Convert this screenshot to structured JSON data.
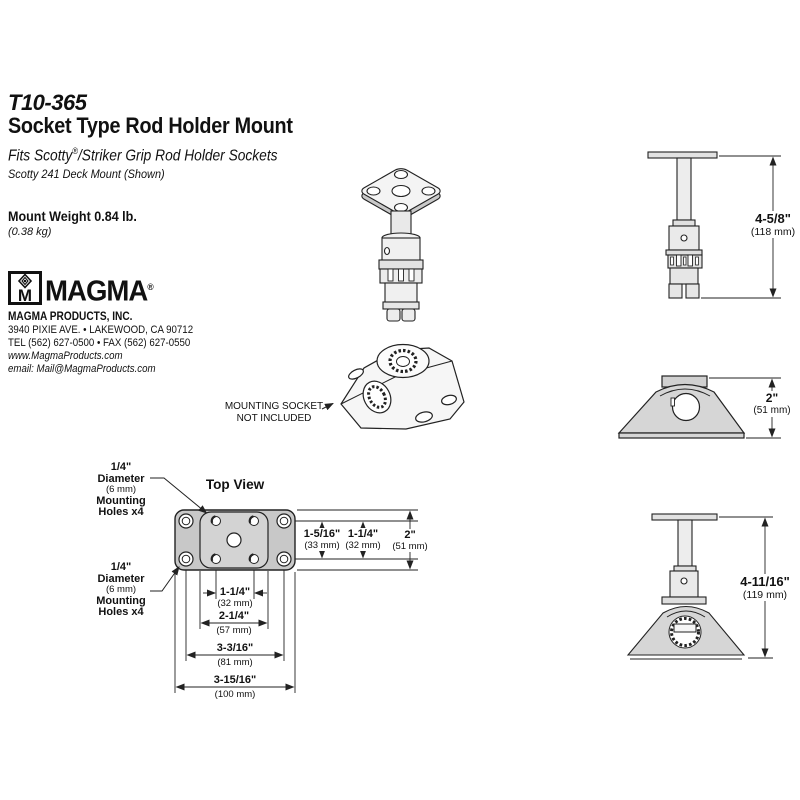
{
  "header": {
    "model": "T10-365",
    "title": "Socket Type Rod Holder Mount",
    "fits_pre": "Fits Scotty",
    "fits_reg": "®",
    "fits_post": "/Striker Grip Rod Holder Sockets",
    "shown_note": "Scotty 241 Deck Mount (Shown)",
    "weight": "Mount Weight 0.84 lb.",
    "weight_metric": "(0.38 kg)"
  },
  "company": {
    "logo_m": "M",
    "brand": "MAGMA",
    "brand_reg": "®",
    "name": "MAGMA PRODUCTS, INC.",
    "address": "3940 PIXIE AVE. • LAKEWOOD, CA 90712",
    "phone": "TEL (562) 627-0500 • FAX (562) 627-0550",
    "website": "www.MagmaProducts.com",
    "email": "email: Mail@MagmaProducts.com"
  },
  "drawings": {
    "top_view_title": "Top View",
    "socket_note_line1": "MOUNTING SOCKET",
    "socket_note_line2": "NOT INCLUDED"
  },
  "callouts": {
    "hole_top": [
      "1/4\"",
      "Diameter",
      "(6 mm)",
      "Mounting",
      "Holes x4"
    ],
    "hole_bottom": [
      "1/4\"",
      "Diameter",
      "(6 mm)",
      "Mounting",
      "Holes x4"
    ]
  },
  "dimensions": {
    "mount_height": {
      "in": "4-5/8\"",
      "mm": "(118 mm)"
    },
    "socket_height": {
      "in": "2\"",
      "mm": "(51 mm)"
    },
    "assembled_height": {
      "in": "4-11/16\"",
      "mm": "(119 mm)"
    },
    "holes_vertical_inner": {
      "in": "1-5/16\"",
      "mm": "(33 mm)"
    },
    "holes_vertical_corner": {
      "in": "1-1/4\"",
      "mm": "(32 mm)"
    },
    "plate_depth": {
      "in": "2\"",
      "mm": "(51 mm)"
    },
    "holes_horizontal_inner": {
      "in": "1-1/4\"",
      "mm": "(32 mm)"
    },
    "socket_pattern_width": {
      "in": "2-1/4\"",
      "mm": "(57 mm)"
    },
    "holes_horizontal_corner": {
      "in": "3-3/16\"",
      "mm": "(81 mm)"
    },
    "plate_width": {
      "in": "3-15/16\"",
      "mm": "(100 mm)"
    }
  },
  "colors": {
    "plate_gray": "#c8c8c8",
    "inner_plate_gray": "#d3d3d3",
    "socket_gray": "#d6d6d6",
    "line_color": "#222222",
    "background": "#ffffff"
  }
}
